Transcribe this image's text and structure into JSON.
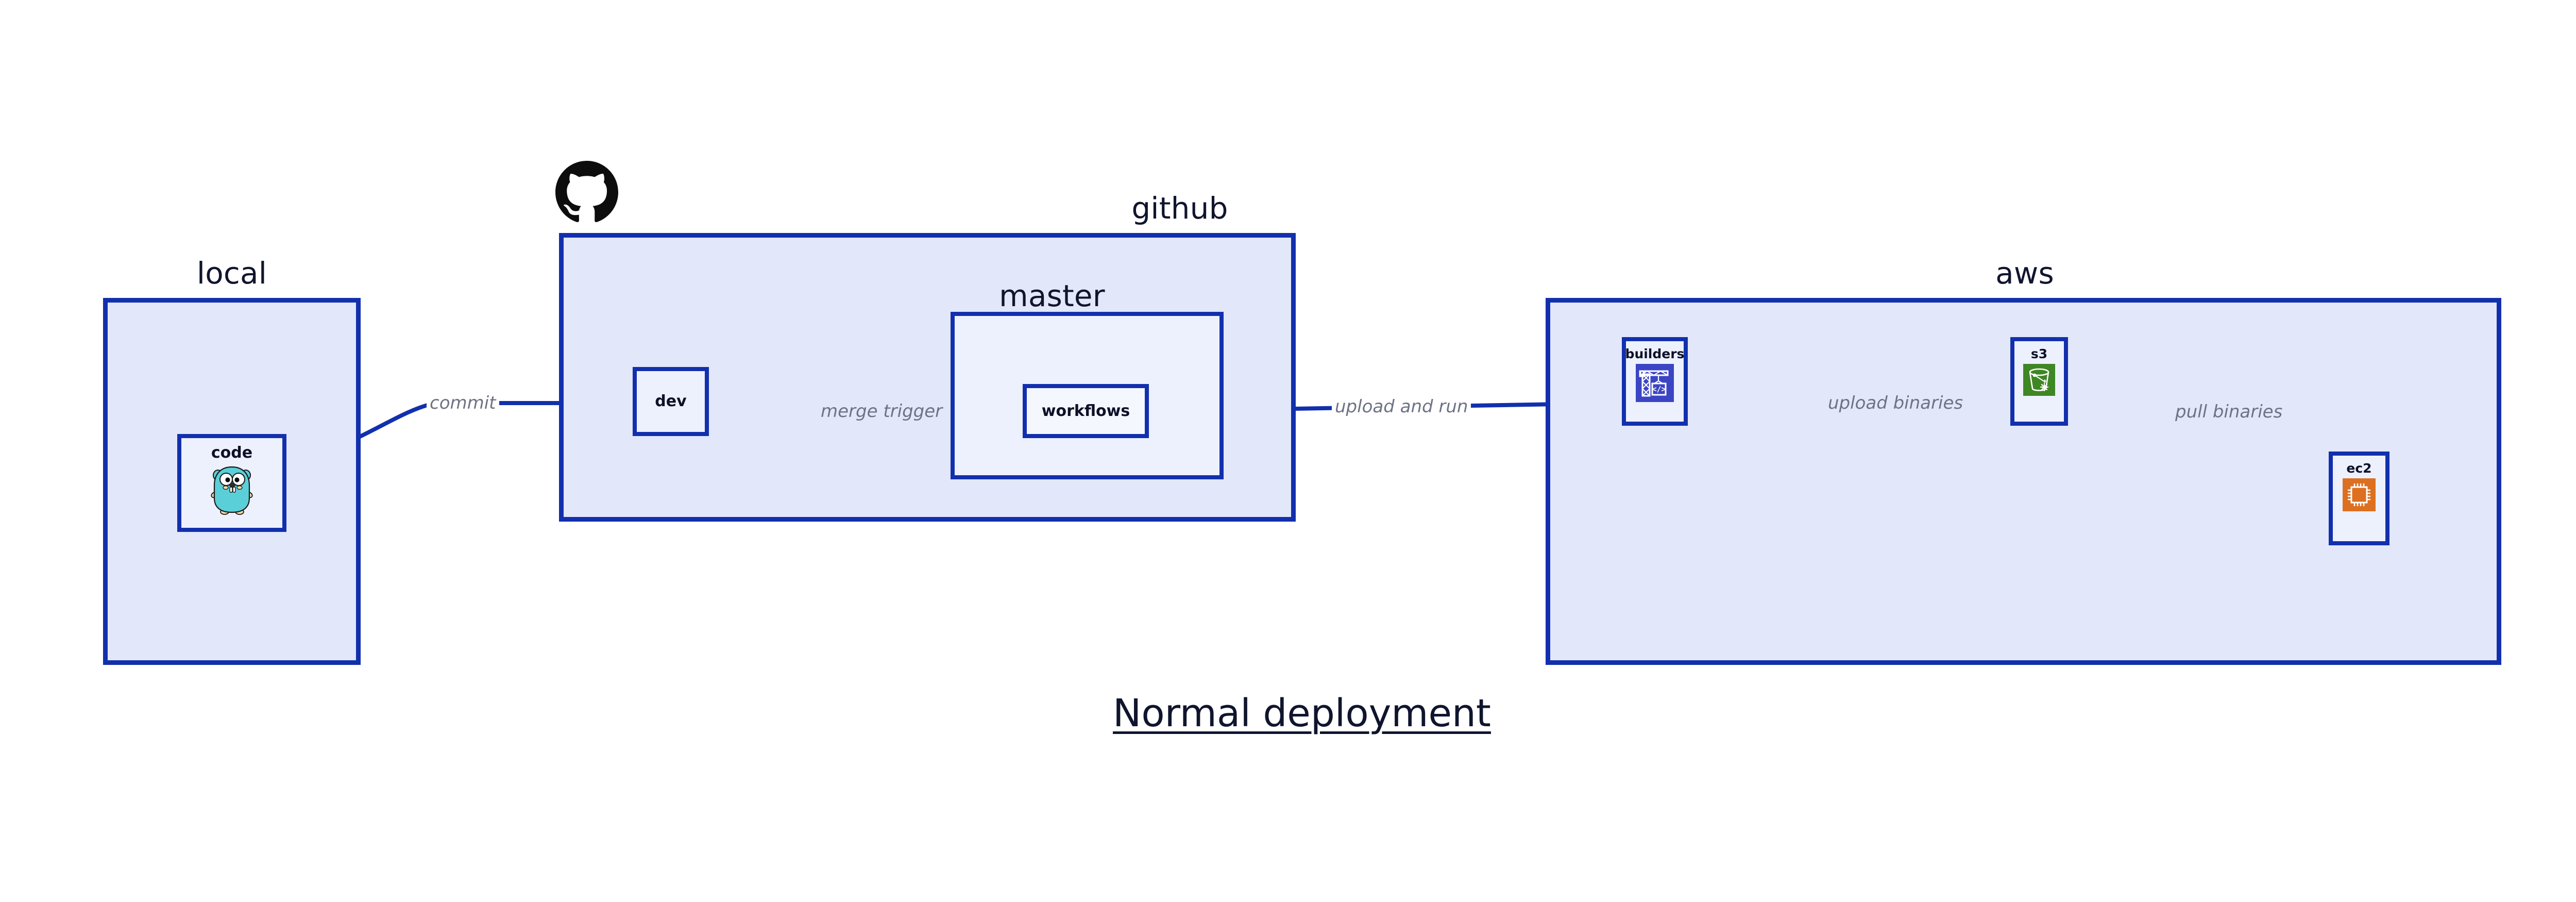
{
  "diagram": {
    "title": "Normal deployment",
    "type": "architecture-flow-diagram"
  },
  "groups": [
    {
      "id": "local",
      "label": "local",
      "fill": "#e2e7fa",
      "stroke": "#1230ad"
    },
    {
      "id": "github",
      "label": "github",
      "fill": "#e2e7fa",
      "stroke": "#1230ad",
      "logo": "github-octocat-icon"
    },
    {
      "id": "master",
      "label": "master",
      "fill": "#edf1fd",
      "stroke": "#1230ad"
    },
    {
      "id": "aws",
      "label": "aws",
      "fill": "#e2e7fa",
      "stroke": "#1230ad"
    }
  ],
  "nodes": [
    {
      "id": "code",
      "label": "code",
      "icon": "go-gopher-icon",
      "group": "local"
    },
    {
      "id": "dev",
      "label": "dev",
      "icon": null,
      "group": "github"
    },
    {
      "id": "workflows",
      "label": "workflows",
      "icon": null,
      "group": "master"
    },
    {
      "id": "builders",
      "label": "builders",
      "icon": "aws-codebuild-crane-icon",
      "icon_color": "#3b45c4",
      "group": "aws"
    },
    {
      "id": "s3",
      "label": "s3",
      "icon": "aws-s3-bucket-icon",
      "icon_color": "#3f8624",
      "group": "aws"
    },
    {
      "id": "ec2",
      "label": "ec2",
      "icon": "aws-ec2-chip-icon",
      "icon_color": "#dd7020",
      "group": "aws"
    }
  ],
  "edges": [
    {
      "id": "commit",
      "label": "commit",
      "from": "code",
      "to": "dev"
    },
    {
      "id": "merge-trigger",
      "label": "merge trigger",
      "from": "dev",
      "to": "workflows"
    },
    {
      "id": "upload-and-run",
      "label": "upload and run",
      "from": "workflows",
      "to": "builders"
    },
    {
      "id": "upload-binaries",
      "label": "upload binaries",
      "from": "builders",
      "to": "s3"
    },
    {
      "id": "pull-binaries",
      "label": "pull binaries",
      "from": "s3",
      "to": "ec2"
    }
  ],
  "colors": {
    "group_fill": "#e2e7fa",
    "node_fill": "#edf1fd",
    "stroke": "#1230ad",
    "edge_label_text": "#6e7285",
    "title_text": "#10152e",
    "background": "#ffffff"
  }
}
